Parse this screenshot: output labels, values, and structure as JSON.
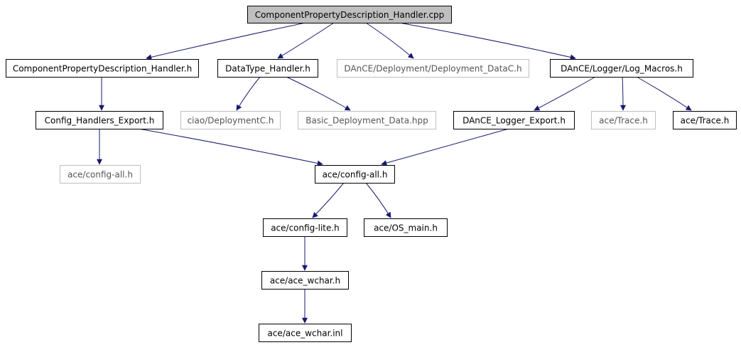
{
  "colors": {
    "edge": "#191970",
    "root_fill": "#bfbfbf",
    "box_stroke": "#000000",
    "missing_stroke": "#bfbfbf",
    "background": "#ffffff"
  },
  "nodes": {
    "root": {
      "label": "ComponentPropertyDescription_Handler.cpp"
    },
    "cpdh_h": {
      "label": "ComponentPropertyDescription_Handler.h"
    },
    "datatype_h": {
      "label": "DataType_Handler.h"
    },
    "dance_datac": {
      "label": "DAnCE/Deployment/Deployment_DataC.h"
    },
    "log_macros": {
      "label": "DAnCE/Logger/Log_Macros.h"
    },
    "config_export": {
      "label": "Config_Handlers_Export.h"
    },
    "ciao_depl": {
      "label": "ciao/DeploymentC.h"
    },
    "basic_depl": {
      "label": "Basic_Deployment_Data.hpp"
    },
    "dance_logger_export": {
      "label": "DAnCE_Logger_Export.h"
    },
    "ace_trace_missing": {
      "label": "ace/Trace.h"
    },
    "ace_trace": {
      "label": "ace/Trace.h"
    },
    "ace_config_all_missing": {
      "label": "ace/config-all.h"
    },
    "ace_config_all": {
      "label": "ace/config-all.h"
    },
    "ace_config_lite": {
      "label": "ace/config-lite.h"
    },
    "ace_os_main": {
      "label": "ace/OS_main.h"
    },
    "ace_wchar_h": {
      "label": "ace/ace_wchar.h"
    },
    "ace_wchar_inl": {
      "label": "ace/ace_wchar.inl"
    }
  }
}
